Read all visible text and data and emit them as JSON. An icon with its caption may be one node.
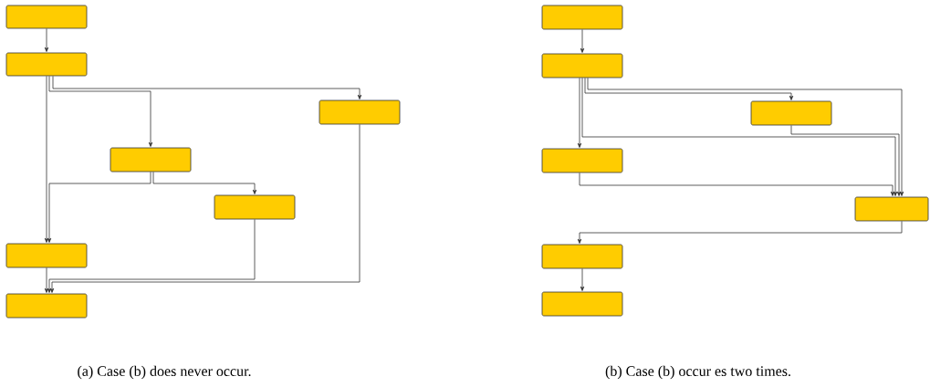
{
  "diagram": {
    "nodes": [
      {
        "text": [],
        "shape": "box"
      },
      {
        "text": [],
        "shape": "box"
      },
      {
        "text": [],
        "shape": "box"
      },
      {
        "text": [],
        "shape": "box"
      },
      {
        "text": [],
        "shape": "box"
      },
      {
        "text": [],
        "shape": "box"
      },
      {
        "text": [],
        "shape": "box"
      },
      {
        "text": [],
        "shape": "box"
      },
      {
        "text": [],
        "shape": "box"
      },
      {
        "text": [],
        "shape": "box"
      },
      {
        "text": [],
        "shape": "box"
      },
      {
        "text": [],
        "shape": "box"
      },
      {
        "text": [],
        "shape": "box"
      },
      {
        "text": [],
        "shape": "box"
      }
    ],
    "edges": [
      {
        "from": 0,
        "to": 1,
        "arrow": "to"
      },
      {
        "from": 1,
        "to": 2,
        "arrow": "to"
      },
      {
        "from": 1,
        "to": 3,
        "arrow": "to"
      },
      {
        "from": 1,
        "to": 5,
        "arrow": "to"
      },
      {
        "from": 3,
        "to": 5,
        "arrow": "to"
      },
      {
        "from": 3,
        "to": 4,
        "arrow": "to"
      },
      {
        "from": 5,
        "to": 6,
        "arrow": "to"
      },
      {
        "from": 4,
        "to": 6,
        "arrow": "to"
      },
      {
        "from": 2,
        "to": 6,
        "arrow": "to"
      },
      {
        "from": 7,
        "to": 8,
        "arrow": "to"
      },
      {
        "from": 8,
        "to": 9,
        "arrow": "to"
      },
      {
        "from": 8,
        "to": 11,
        "arrow": "to"
      },
      {
        "from": 8,
        "to": 10,
        "arrow": "to"
      },
      {
        "from": 8,
        "to": 11,
        "arrow": "to"
      },
      {
        "from": 9,
        "to": 11,
        "arrow": "to"
      },
      {
        "from": 10,
        "to": 11,
        "arrow": "to"
      },
      {
        "from": 11,
        "to": 12,
        "arrow": "to"
      },
      {
        "from": 12,
        "to": 13,
        "arrow": "to"
      }
    ],
    "labels": [
      "(a) Case (b) does never occur.",
      "(b) Case (b) occur es two times."
    ]
  }
}
